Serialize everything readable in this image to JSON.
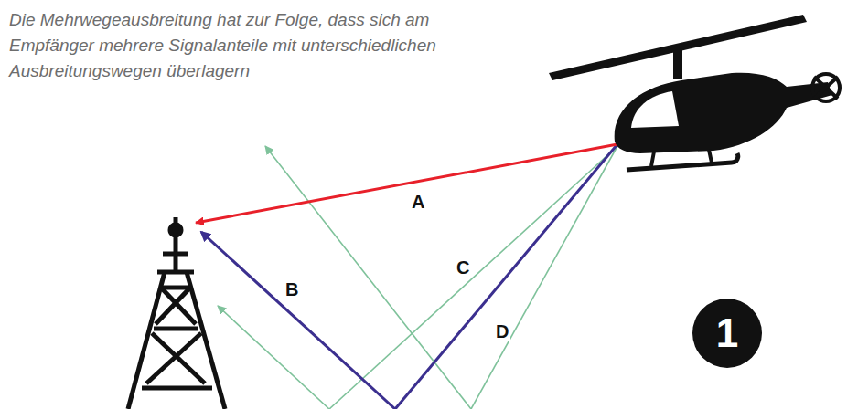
{
  "diagram": {
    "caption": "Die Mehrwegeausbreitung hat zur Folge, dass sich am Empfänger mehrere Signalanteile mit unterschiedlichen Ausbreitungswegen überlagern",
    "nodes": [
      {
        "text": [
          "1"
        ]
      }
    ],
    "labels": [
      "A",
      "B",
      "C",
      "D"
    ]
  }
}
